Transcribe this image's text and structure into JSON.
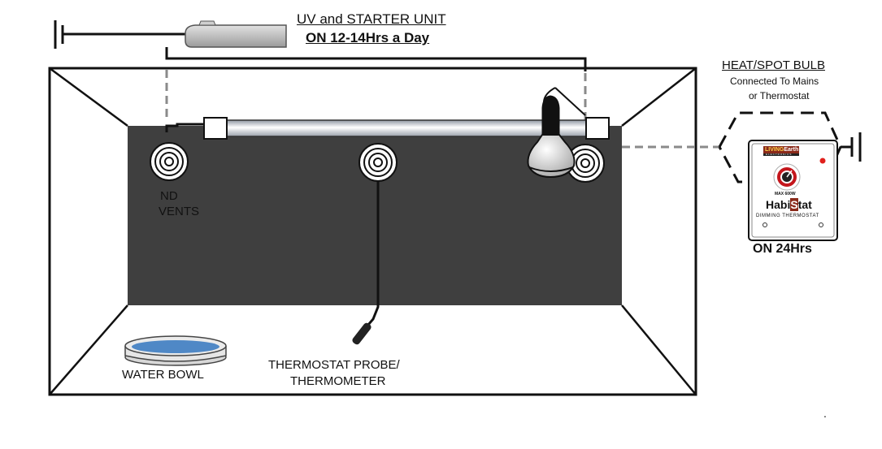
{
  "uv_unit": {
    "title": "UV and STARTER UNIT",
    "subtitle": "ON 12-14Hrs a Day"
  },
  "heat_bulb": {
    "title": "HEAT/SPOT BULB",
    "line1": "Connected To Mains",
    "line2": "or Thermostat"
  },
  "thermostat": {
    "brand_a": "LIVING",
    "brand_b": "Earth",
    "brand_sub": "ELECTRONICS",
    "max_label": "MAX 600W",
    "name_a": "Habi",
    "name_b": "S",
    "name_c": "tat",
    "type_label": "DIMMING THERMOSTAT",
    "status": "ON 24Hrs"
  },
  "vents": {
    "line1": "ND",
    "line2": "VENTS"
  },
  "water_bowl": {
    "label": "WATER BOWL"
  },
  "probe": {
    "line1": "THERMOSTAT PROBE/",
    "line2": "THERMOMETER"
  },
  "footnote": ".",
  "colors": {
    "back_wall": "#3f3f3f",
    "water": "#4f88c6",
    "indicator": "#e0201c",
    "dial": "#c4161c",
    "brand_bar": "#8a2a1a",
    "stroke": "#111111"
  }
}
